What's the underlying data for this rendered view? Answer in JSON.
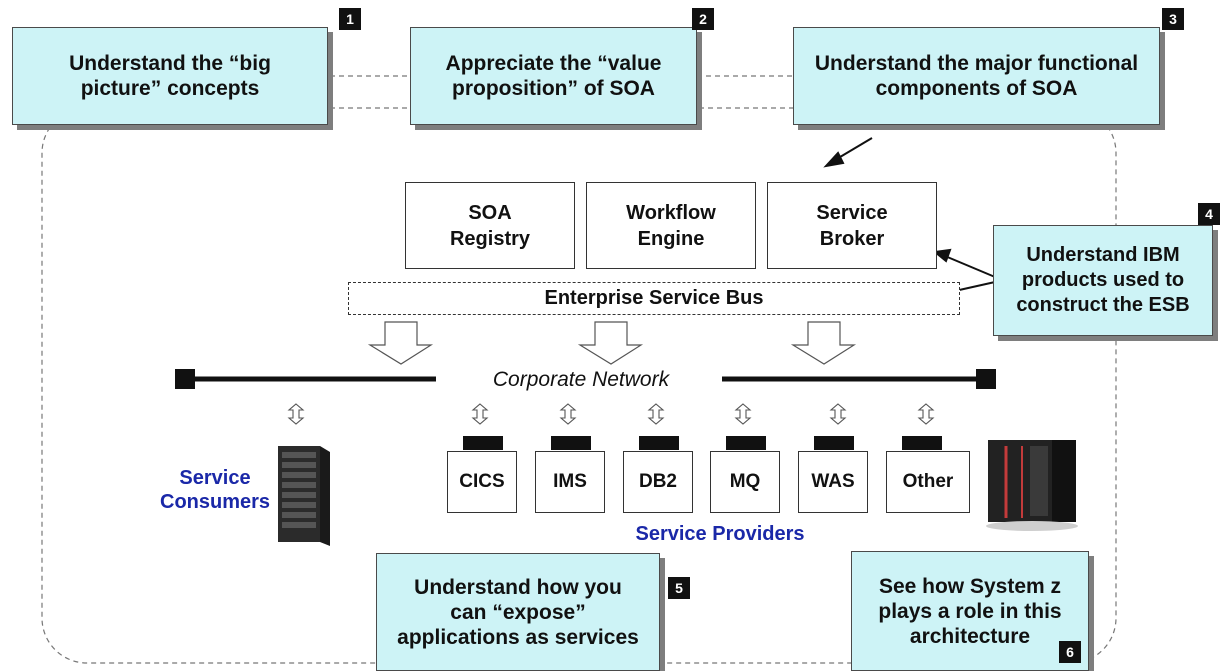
{
  "callouts": [
    {
      "number": "1",
      "text": "Understand the “big picture” concepts"
    },
    {
      "number": "2",
      "text": "Appreciate the “value proposition” of SOA"
    },
    {
      "number": "3",
      "text": "Understand the major functional components of SOA"
    },
    {
      "number": "4",
      "text": "Understand IBM products used to construct the ESB"
    },
    {
      "number": "5",
      "text": "Understand how you can “expose” applications as services"
    },
    {
      "number": "6",
      "text": "See how System z plays a role in this architecture"
    }
  ],
  "components": {
    "soa_registry": "SOA Registry",
    "workflow_engine": "Workflow Engine",
    "service_broker": "Service Broker",
    "esb": "Enterprise Service Bus"
  },
  "network_label": "Corporate Network",
  "consumers_label": "Service Consumers",
  "providers_label": "Service Providers",
  "providers": [
    "CICS",
    "IMS",
    "DB2",
    "MQ",
    "WAS",
    "Other"
  ],
  "colors": {
    "callout_fill": "#cdf3f6",
    "label_blue": "#1a28a8"
  }
}
